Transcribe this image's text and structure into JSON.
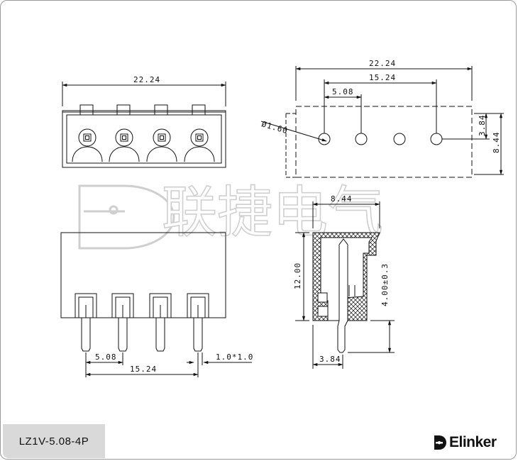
{
  "part_number": "LZ1V-5.08-4P",
  "brand": {
    "name": "Elinker",
    "icon": "elinker-logo-icon"
  },
  "watermark": {
    "text": "联捷电气",
    "icon": "watermark-logo-icon"
  },
  "dimensions": {
    "front_overall_width": "22.24",
    "top_overall_width": "22.24",
    "top_pin_span": "15.24",
    "top_pin_pitch": "5.08",
    "hole_diameter": "Ø1.60",
    "hole_offset": "3.84",
    "top_depth": "8.44",
    "side_depth": "8.44",
    "side_height": "12.00",
    "side_pin_length": "4.00±0.3",
    "side_pin_offset": "3.84",
    "bottom_pin_pitch": "5.08",
    "bottom_pin_span": "15.24",
    "pin_section": "1.0*1.0"
  }
}
